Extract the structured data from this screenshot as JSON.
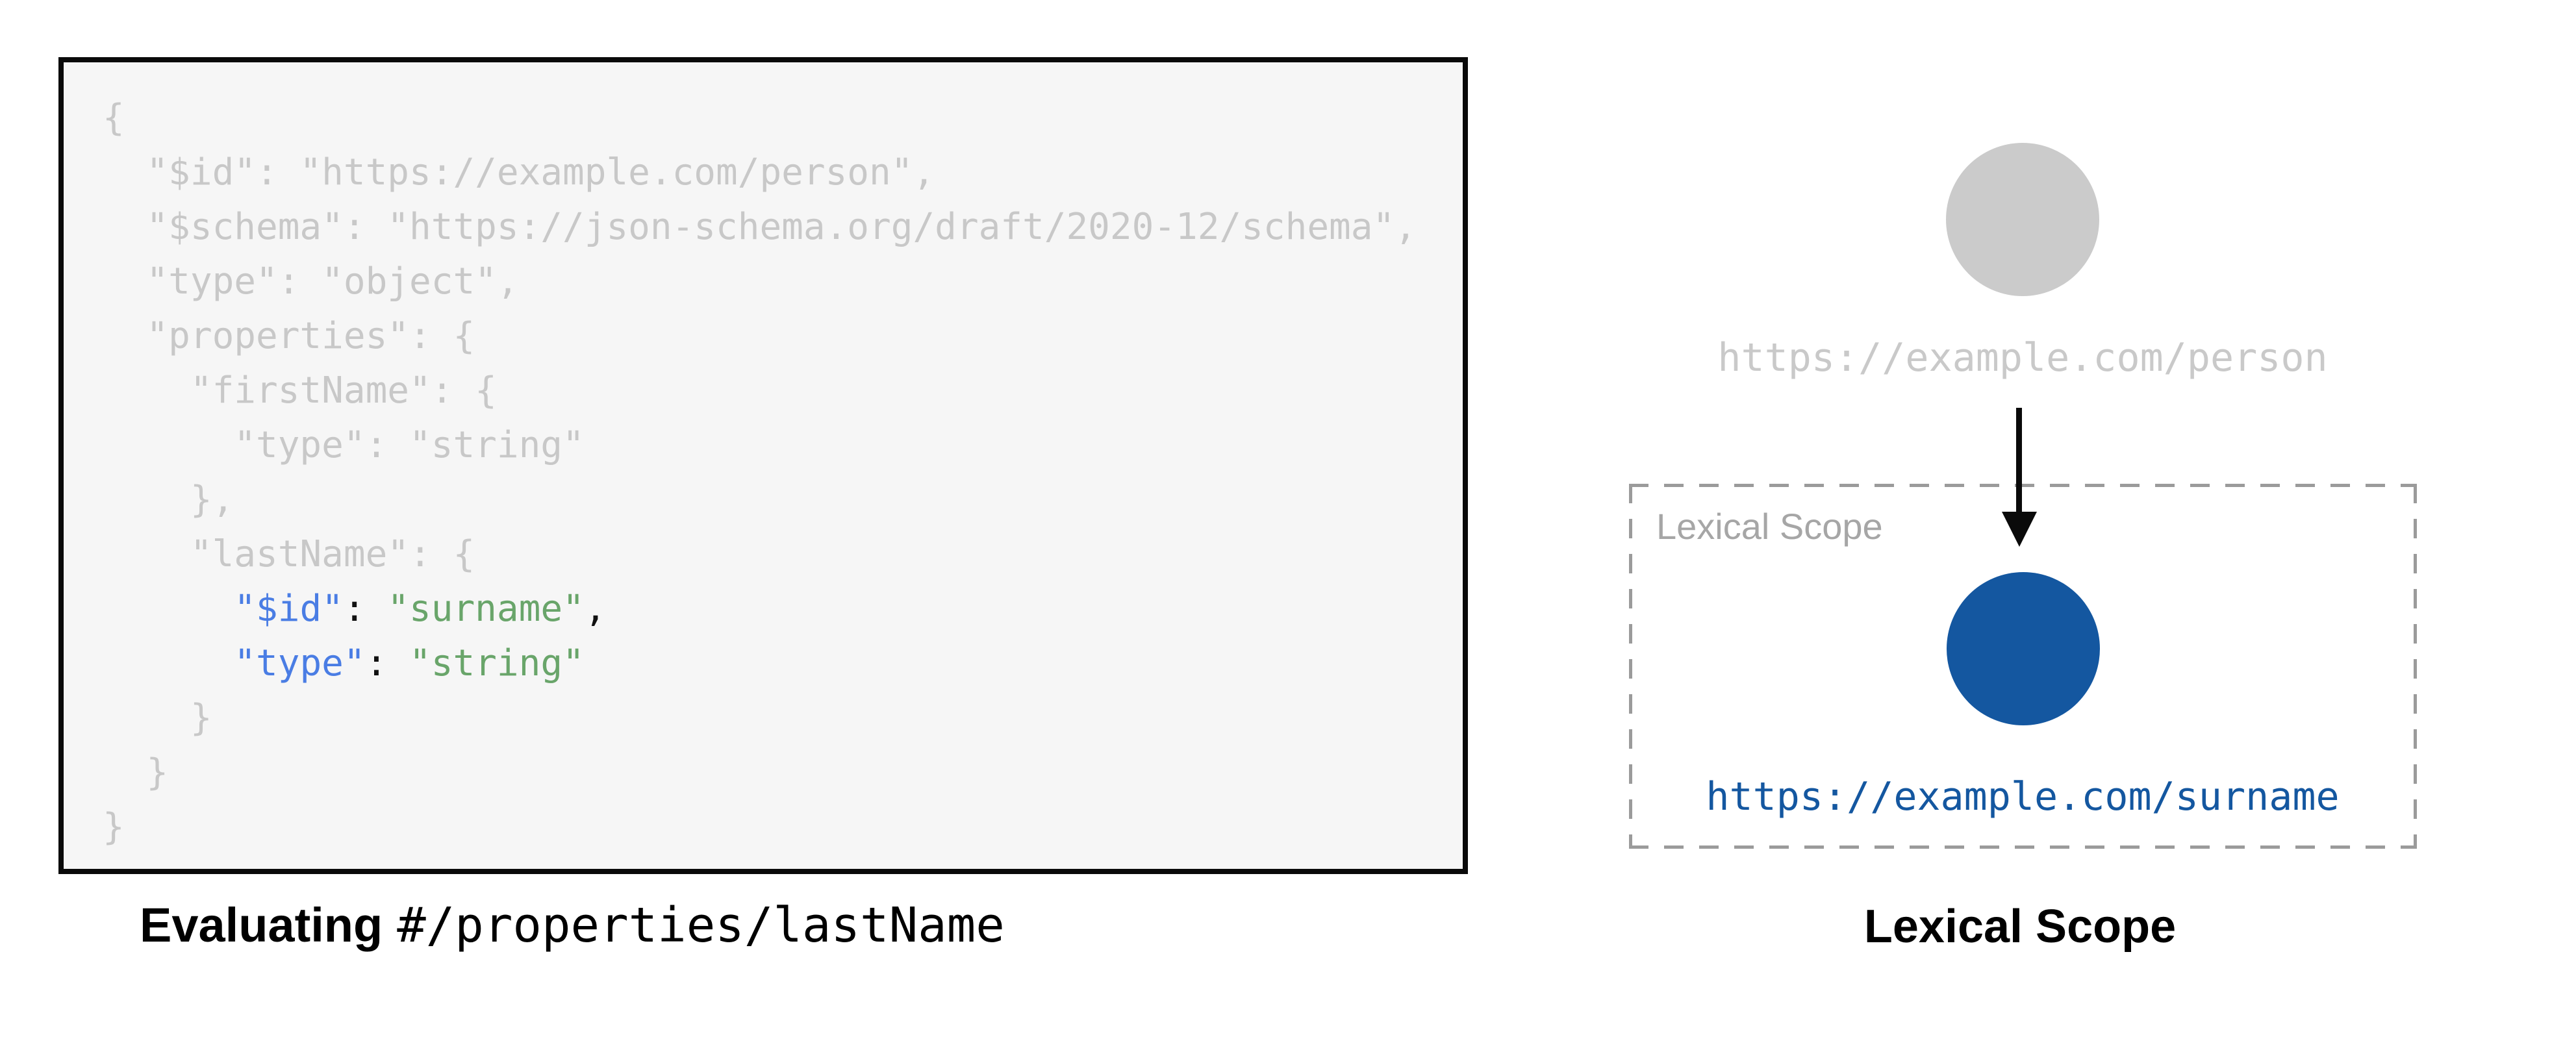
{
  "left": {
    "caption_bold": "Evaluating",
    "caption_mono": "#/properties/lastName",
    "code_lines": [
      [
        {
          "c": "muted",
          "t": "{"
        }
      ],
      [
        {
          "c": "muted",
          "t": "  \"$id\": \"https://example.com/person\","
        }
      ],
      [
        {
          "c": "muted",
          "t": "  \"$schema\": \"https://json-schema.org/draft/2020-12/schema\","
        }
      ],
      [
        {
          "c": "muted",
          "t": "  \"type\": \"object\","
        }
      ],
      [
        {
          "c": "muted",
          "t": "  \"properties\": {"
        }
      ],
      [
        {
          "c": "muted",
          "t": "    \"firstName\": {"
        }
      ],
      [
        {
          "c": "muted",
          "t": "      \"type\": \"string\""
        }
      ],
      [
        {
          "c": "muted",
          "t": "    },"
        }
      ],
      [
        {
          "c": "muted",
          "t": "    \"lastName\": {"
        }
      ],
      [
        {
          "c": "muted",
          "t": "      "
        },
        {
          "c": "key",
          "t": "\"$id\""
        },
        {
          "c": "punct",
          "t": ": "
        },
        {
          "c": "str",
          "t": "\"surname\""
        },
        {
          "c": "punct",
          "t": ","
        }
      ],
      [
        {
          "c": "muted",
          "t": "      "
        },
        {
          "c": "key",
          "t": "\"type\""
        },
        {
          "c": "punct",
          "t": ": "
        },
        {
          "c": "str",
          "t": "\"string\""
        }
      ],
      [
        {
          "c": "muted",
          "t": "    }"
        }
      ],
      [
        {
          "c": "muted",
          "t": "  }"
        }
      ],
      [
        {
          "c": "muted",
          "t": "}"
        }
      ]
    ]
  },
  "right": {
    "parent_label": "https://example.com/person",
    "scope_box_label": "Lexical Scope",
    "child_label": "https://example.com/surname",
    "caption": "Lexical Scope"
  },
  "colors": {
    "code_muted": "#c8c8c8",
    "code_key_blue": "#4a7de4",
    "code_string_green": "#69a56a",
    "code_punct_black": "#111111",
    "panel_background": "#f6f6f6",
    "panel_border": "#0a0a0a",
    "parent_node_gray": "#cbcbcb",
    "parent_label_gray": "#c9c9c9",
    "scope_border_gray": "#9b9b9b",
    "scope_label_gray": "#a6a6a6",
    "node_blue": "#1457a0",
    "label_blue": "#1457a0"
  }
}
